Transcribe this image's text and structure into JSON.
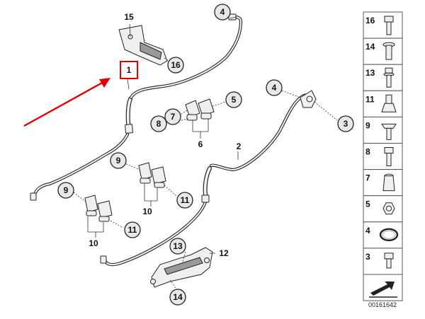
{
  "diagram": {
    "reference_number": "00161642",
    "highlight_label": "1",
    "accent_color": "#e00000",
    "callouts": {
      "c15": "15",
      "c16": "16",
      "c4a": "4",
      "c4b": "4",
      "c5": "5",
      "c7": "7",
      "c8": "8",
      "c3": "3",
      "c9a": "9",
      "c9b": "9",
      "c11a": "11",
      "c11b": "11",
      "c13": "13",
      "c14": "14"
    },
    "plain_labels": {
      "l6": "6",
      "l2": "2",
      "l10a": "10",
      "l10b": "10",
      "l12": "12"
    }
  },
  "legend": {
    "items": [
      {
        "number": "16",
        "icon": "bolt-icon"
      },
      {
        "number": "14",
        "icon": "expanding-rivet-icon"
      },
      {
        "number": "13",
        "icon": "hex-bolt-washer-icon"
      },
      {
        "number": "11",
        "icon": "rubber-grommet-icon"
      },
      {
        "number": "9",
        "icon": "collar-screw-icon"
      },
      {
        "number": "8",
        "icon": "hex-bolt-icon"
      },
      {
        "number": "7",
        "icon": "cage-nut-icon"
      },
      {
        "number": "5",
        "icon": "hex-nut-icon"
      },
      {
        "number": "4",
        "icon": "seal-ring-icon"
      },
      {
        "number": "3",
        "icon": "short-bolt-icon"
      },
      {
        "number": "",
        "icon": "direction-arrow-icon"
      }
    ]
  }
}
